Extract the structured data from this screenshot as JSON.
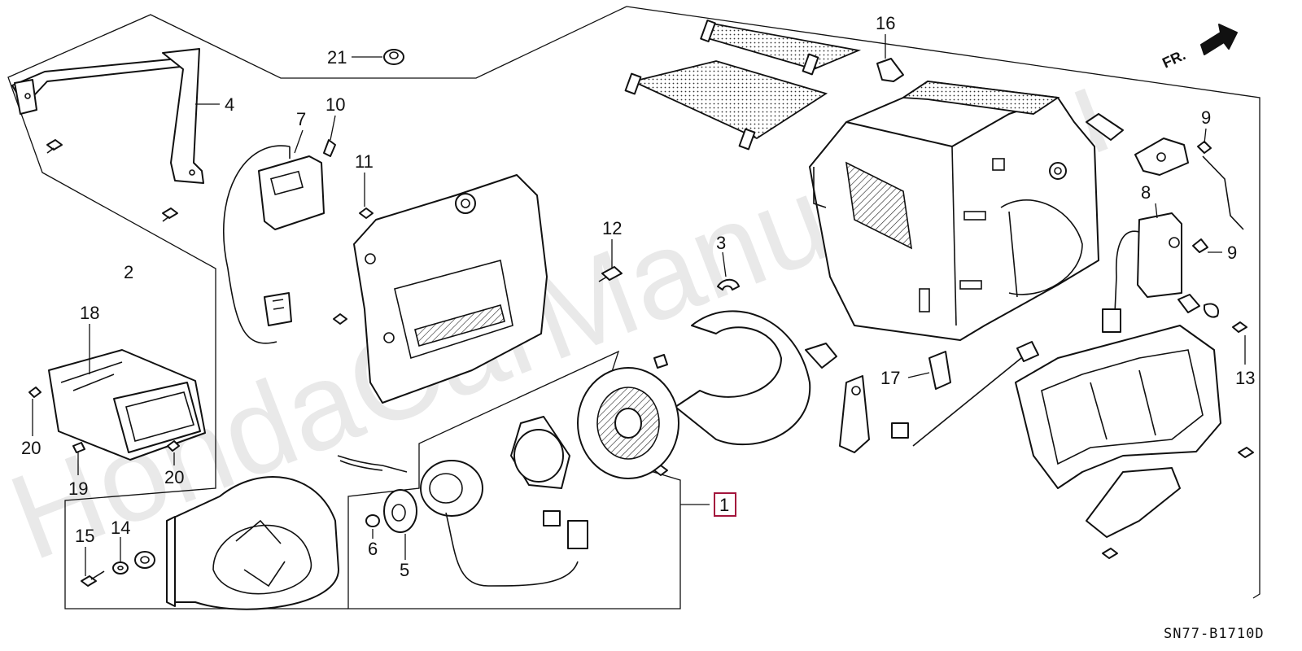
{
  "diagram": {
    "watermark": "HondaCarManuals.ru",
    "direction_label": "FR.",
    "part_code": "SN77-B1710D",
    "highlight_color": "#a3143c",
    "callouts": {
      "n1": "1",
      "n2": "2",
      "n3": "3",
      "n4": "4",
      "n5": "5",
      "n6": "6",
      "n7": "7",
      "n8": "8",
      "n9a": "9",
      "n9b": "9",
      "n10": "10",
      "n11": "11",
      "n12": "12",
      "n13": "13",
      "n14": "14",
      "n15": "15",
      "n16": "16",
      "n17": "17",
      "n18": "18",
      "n19": "19",
      "n20a": "20",
      "n20b": "20",
      "n21": "21"
    }
  }
}
